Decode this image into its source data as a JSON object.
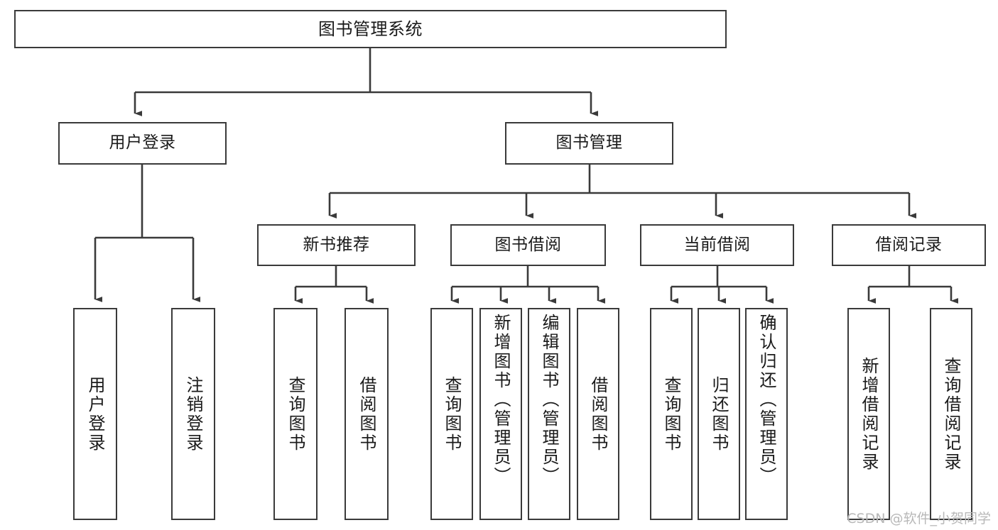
{
  "diagram": {
    "type": "tree",
    "title": "图书管理系统",
    "watermark": "CSDN @软件_小贺同学",
    "colors": {
      "box_border": "#3a3a3a",
      "box_fill": "#ffffff",
      "edge": "#3a3a3a",
      "text": "#1a1a1a",
      "watermark": "#b8b8b8",
      "background": "#ffffff"
    },
    "nodes": {
      "root": {
        "label": "图书管理系统"
      },
      "level2": [
        {
          "id": "user-login",
          "label": "用户登录"
        },
        {
          "id": "book-manage",
          "label": "图书管理"
        }
      ],
      "level3": [
        {
          "id": "new-book-rec",
          "label": "新书推荐"
        },
        {
          "id": "book-borrow",
          "label": "图书借阅"
        },
        {
          "id": "current-borrow",
          "label": "当前借阅"
        },
        {
          "id": "borrow-record",
          "label": "借阅记录"
        }
      ],
      "leaves": {
        "user_login": [
          {
            "id": "leaf-user-login",
            "label": "用户登录"
          },
          {
            "id": "leaf-logout",
            "label": "注销登录"
          }
        ],
        "new_book_rec": [
          {
            "id": "leaf-query-book-1",
            "label": "查询图书"
          },
          {
            "id": "leaf-borrow-book-1",
            "label": "借阅图书"
          }
        ],
        "book_borrow": [
          {
            "id": "leaf-query-book-2",
            "label": "查询图书"
          },
          {
            "id": "leaf-add-book",
            "label": "新增图书（管理员）"
          },
          {
            "id": "leaf-edit-book",
            "label": "编辑图书（管理员）"
          },
          {
            "id": "leaf-borrow-book-2",
            "label": "借阅图书"
          }
        ],
        "current_borrow": [
          {
            "id": "leaf-query-book-3",
            "label": "查询图书"
          },
          {
            "id": "leaf-return-book",
            "label": "归还图书"
          },
          {
            "id": "leaf-confirm-return",
            "label": "确认归还（管理员）"
          }
        ],
        "borrow_record": [
          {
            "id": "leaf-add-record",
            "label": "新增借阅记录"
          },
          {
            "id": "leaf-query-record",
            "label": "查询借阅记录"
          }
        ]
      }
    }
  }
}
